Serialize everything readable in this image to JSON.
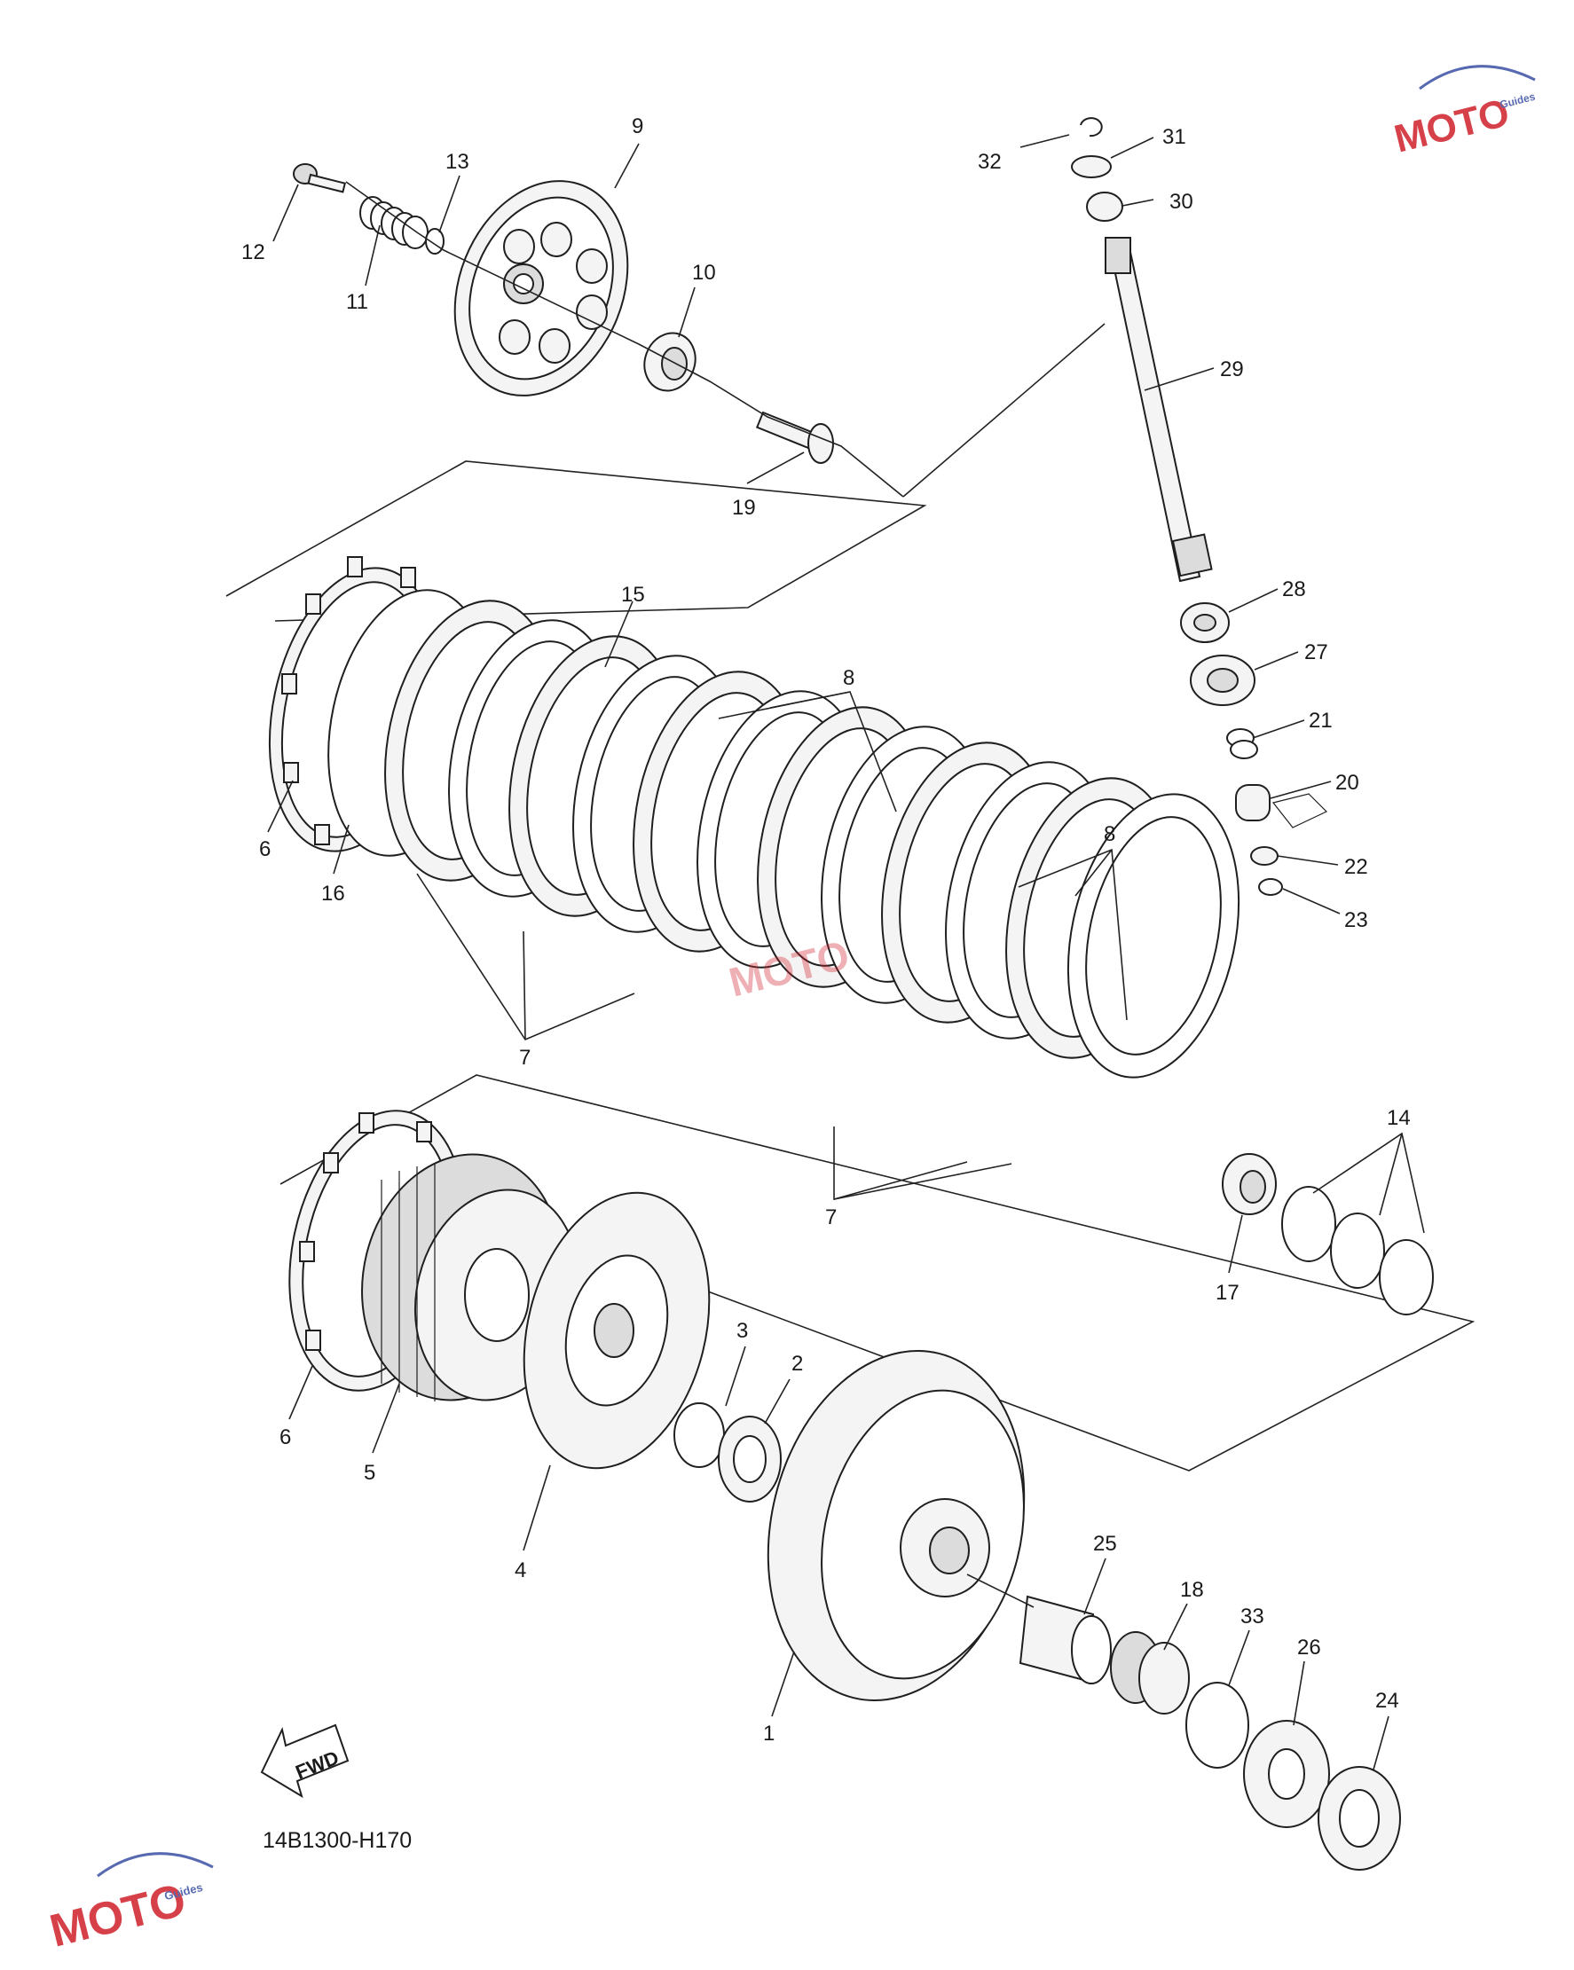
{
  "diagram_code": "14B1300-H170",
  "fwd_label": "FWD",
  "watermark": {
    "text": "MOTO",
    "sub": "Guides",
    "color_red": "#d0202a",
    "color_blue": "#3a4fa3"
  },
  "callouts": {
    "c1": "1",
    "c2": "2",
    "c3": "3",
    "c4": "4",
    "c5": "5",
    "c6a": "6",
    "c6b": "6",
    "c7a": "7",
    "c7b": "7",
    "c8a": "8",
    "c8b": "8",
    "c9": "9",
    "c10": "10",
    "c11": "11",
    "c12": "12",
    "c13": "13",
    "c14": "14",
    "c15": "15",
    "c16": "16",
    "c17": "17",
    "c18": "18",
    "c19": "19",
    "c20": "20",
    "c21": "21",
    "c22": "22",
    "c23": "23",
    "c24": "24",
    "c25": "25",
    "c26": "26",
    "c27": "27",
    "c28": "28",
    "c29": "29",
    "c30": "30",
    "c31": "31",
    "c32": "32",
    "c33": "33"
  }
}
